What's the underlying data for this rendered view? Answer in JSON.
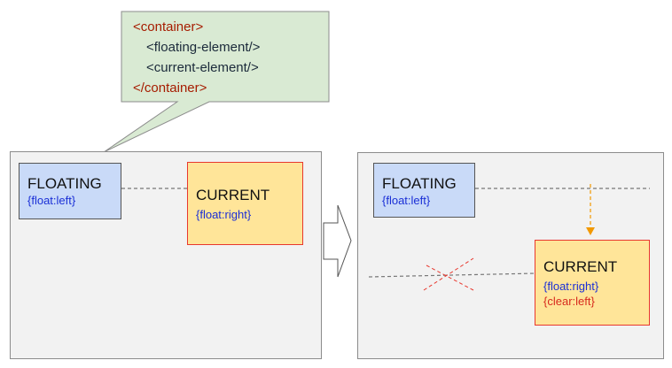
{
  "callout": {
    "lines": [
      {
        "text": "<container>",
        "color": "#a61c00"
      },
      {
        "text": "<floating-element/>",
        "color": "#1b2a3a"
      },
      {
        "text": "<current-element/>",
        "color": "#1b2a3a"
      },
      {
        "text": "</container>",
        "color": "#a61c00"
      }
    ]
  },
  "left_panel": {
    "floating": {
      "title": "FLOATING",
      "prop": "{float:left}"
    },
    "current": {
      "title": "CURRENT",
      "prop": "{float:right}"
    }
  },
  "right_panel": {
    "floating": {
      "title": "FLOATING",
      "prop": "{float:left}"
    },
    "current": {
      "title": "CURRENT",
      "prop1": "{float:right}",
      "prop2": "{clear:left}"
    }
  },
  "colors": {
    "callout_fill": "#d9ead3",
    "panel_fill": "#f2f2f2",
    "floating_fill": "#c9daf8",
    "current_fill": "#ffe599",
    "current_border": "#e8382e",
    "arrow_orange": "#f29900",
    "cross_red": "#e8382e"
  }
}
